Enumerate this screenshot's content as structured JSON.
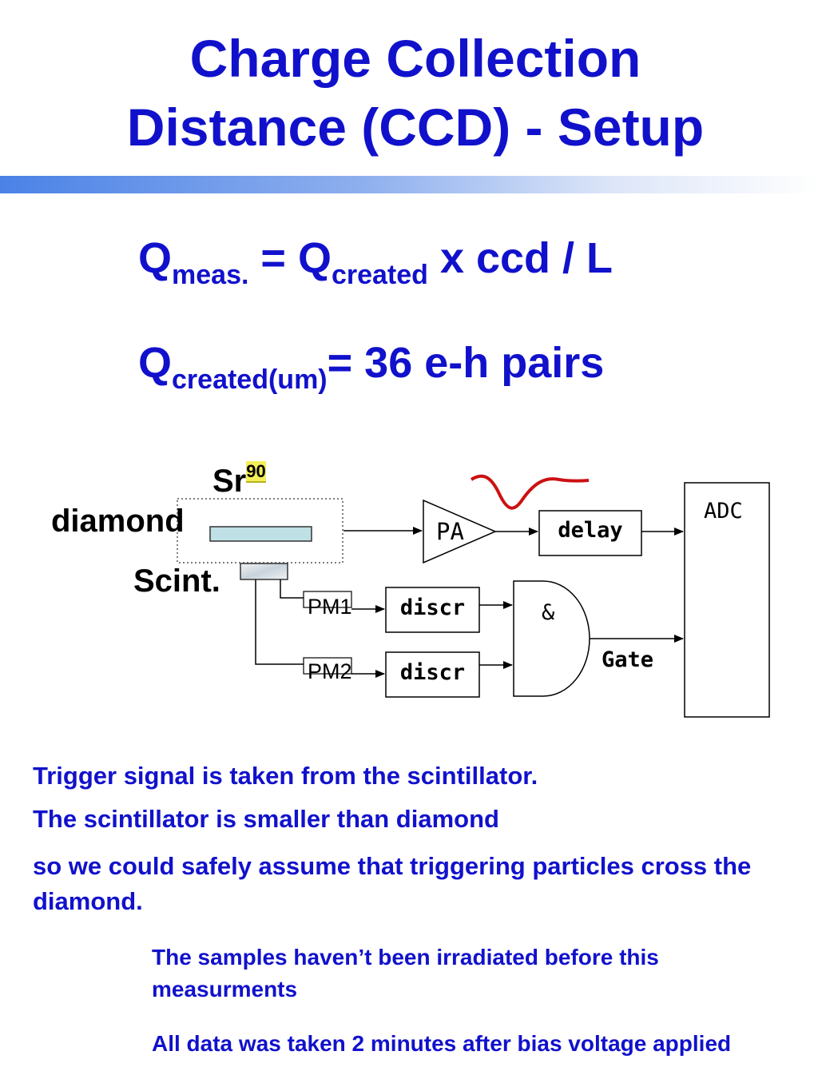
{
  "title": {
    "line1": "Charge Collection",
    "line2": "Distance (CCD) - Setup"
  },
  "equations": {
    "eq1": {
      "q1": "Q",
      "q1_sub": "meas.",
      "mid": " = Q",
      "q2_sub": "created",
      "rest": " x ccd / L"
    },
    "eq2": {
      "q": "Q",
      "q_sub": "created(um)",
      "rest": "= 36 e-h pairs"
    }
  },
  "diagram": {
    "source_label": "Sr",
    "source_sup": "90",
    "diamond_label": "diamond",
    "scint_label": "Scint.",
    "pa_label": "PA",
    "delay_label": "delay",
    "adc_label": "ADC",
    "pm1_label": "PM1",
    "pm2_label": "PM2",
    "discr1_label": "discr",
    "discr2_label": "discr",
    "and_label": "&",
    "gate_label": "Gate",
    "colors": {
      "diamond_fill": "#bfe0e4",
      "pulse": "#cc1111",
      "source_marker": "#f3ee5a"
    }
  },
  "notes": {
    "line1": "Trigger signal is taken from the scintillator.",
    "line2": "The scintillator is smaller than diamond",
    "line3": "so we could safely assume that triggering particles cross the diamond.",
    "note_irradiated": "The samples haven’t been irradiated before this measurments",
    "note_data": "All data was taken 2 minutes after bias voltage applied"
  }
}
